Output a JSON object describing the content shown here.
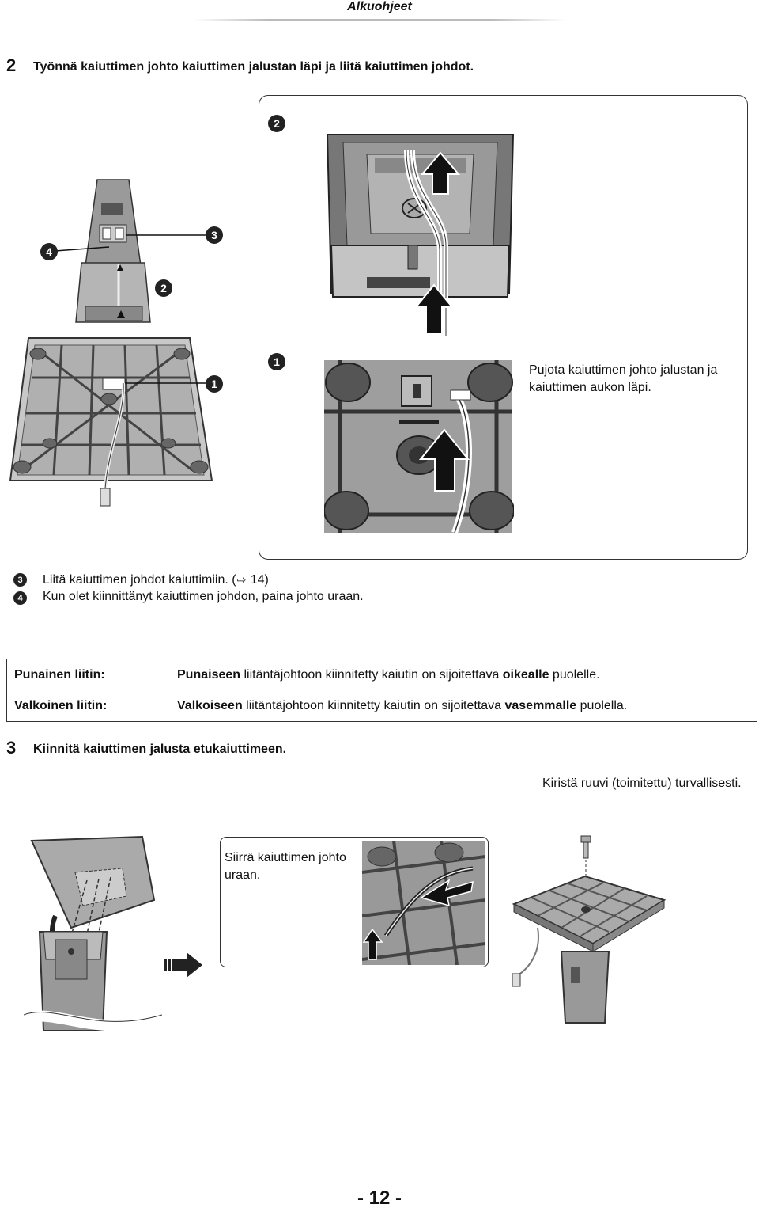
{
  "header": {
    "title": "Alkuohjeet"
  },
  "step2": {
    "number": "2",
    "text": "Työnnä kaiuttimen johto kaiuttimen jalustan läpi ja liitä kaiuttimen johdot.",
    "badges": {
      "b1": "1",
      "b2": "2",
      "b3": "3",
      "b4": "4"
    },
    "caption1": "Pujota kaiuttimen johto jalustan ja kaiuttimen aukon läpi.",
    "note3": {
      "badge": "3",
      "text_before": "Liitä kaiuttimen johdot kaiuttimiin. (",
      "ref_icon": "arrow-right-icon",
      "text_after": " 14)"
    },
    "note4": {
      "badge": "4",
      "text": "Kun olet kiinnittänyt kaiuttimen johdon, paina johto uraan."
    }
  },
  "connectors": {
    "red": {
      "label": "Punainen liitin:",
      "bold1": "Punaiseen",
      "text1": " liitäntäjohtoon kiinnitetty kaiutin on sijoitettava ",
      "bold2": "oikealle",
      "text2": " puolelle."
    },
    "white": {
      "label": "Valkoinen liitin:",
      "bold1": "Valkoiseen",
      "text1": " liitäntäjohtoon kiinnitetty kaiutin on sijoitettava ",
      "bold2": "vasemmalle",
      "text2": " puolella."
    }
  },
  "step3": {
    "number": "3",
    "text": "Kiinnitä kaiuttimen jalusta etukaiuttimeen.",
    "caption_screw": "Kiristä ruuvi (toimitettu) turvallisesti.",
    "caption_slide": "Siirrä kaiuttimen johto uraan."
  },
  "footer": {
    "page": "- 12 -"
  }
}
